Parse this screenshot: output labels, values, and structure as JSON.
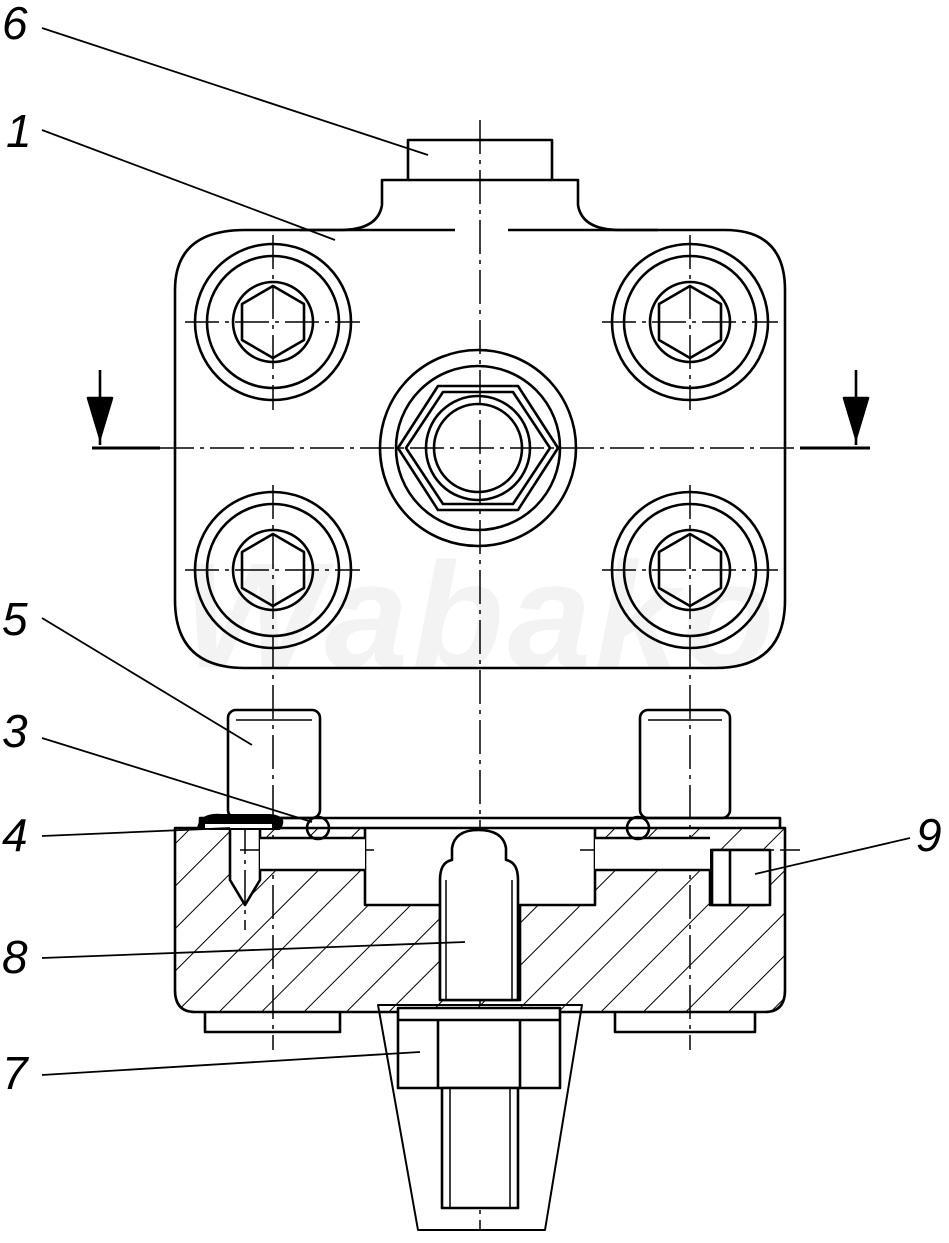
{
  "watermark": "Wabako",
  "callouts": [
    {
      "id": "6",
      "label": "6"
    },
    {
      "id": "1",
      "label": "1"
    },
    {
      "id": "5",
      "label": "5"
    },
    {
      "id": "3",
      "label": "3"
    },
    {
      "id": "4",
      "label": "4"
    },
    {
      "id": "8",
      "label": "8"
    },
    {
      "id": "7",
      "label": "7"
    },
    {
      "id": "9",
      "label": "9"
    }
  ]
}
